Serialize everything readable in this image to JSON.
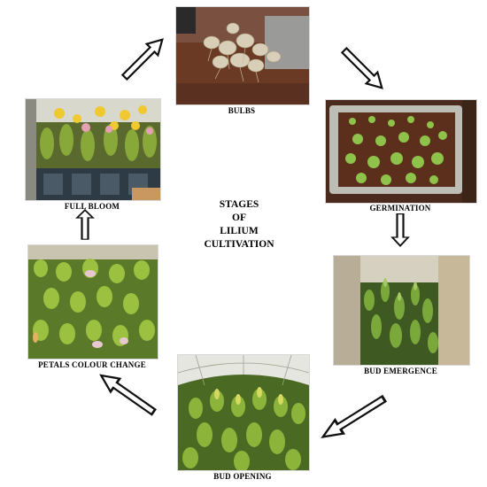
{
  "center_title": [
    "STAGES",
    "OF",
    "LILIUM",
    "CULTIVATION"
  ],
  "stages": [
    {
      "label": "BULBS",
      "photo": "lily-bulbs-on-soil"
    },
    {
      "label": "GERMINATION",
      "photo": "seedlings-in-crate"
    },
    {
      "label": "BUD EMERGENCE",
      "photo": "greenhouse-plants-with-buds"
    },
    {
      "label": "BUD OPENING",
      "photo": "greenhouse-buds-opening"
    },
    {
      "label": "PETALS COLOUR CHANGE",
      "photo": "buds-changing-colour"
    },
    {
      "label": "FULL BLOOM",
      "photo": "lilies-in-full-bloom"
    }
  ],
  "flow": [
    "BULBS",
    "GERMINATION",
    "BUD EMERGENCE",
    "BUD OPENING",
    "PETALS COLOUR CHANGE",
    "FULL BLOOM",
    "BULBS"
  ]
}
